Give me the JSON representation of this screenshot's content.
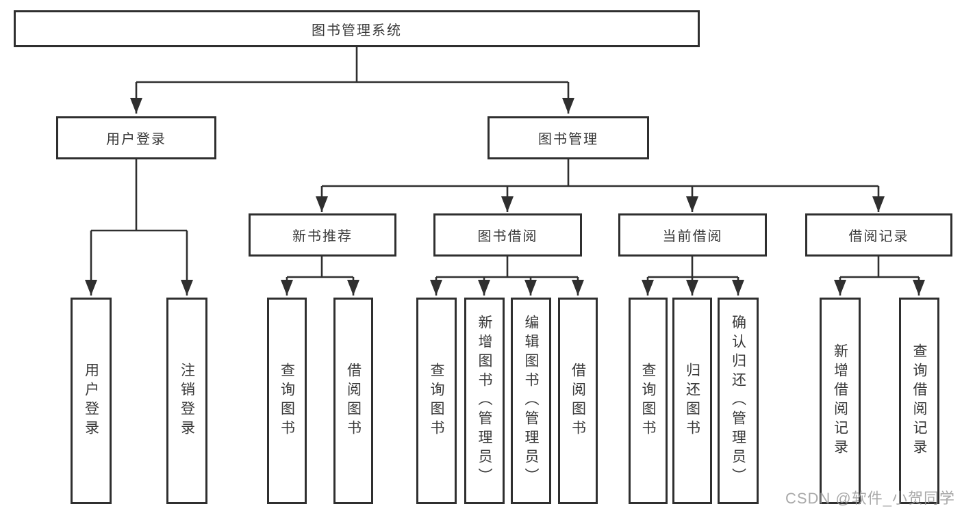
{
  "diagram": {
    "type": "hierarchy-flowchart",
    "tree": {
      "label": "图书管理系统",
      "children": [
        {
          "label": "用户登录",
          "children": [
            {
              "label": "用户登录"
            },
            {
              "label": "注销登录"
            }
          ]
        },
        {
          "label": "图书管理",
          "children": [
            {
              "label": "新书推荐",
              "children": [
                {
                  "label": "查询图书"
                },
                {
                  "label": "借阅图书"
                }
              ]
            },
            {
              "label": "图书借阅",
              "children": [
                {
                  "label": "查询图书"
                },
                {
                  "label": "新增图书（管理员）"
                },
                {
                  "label": "编辑图书（管理员）"
                },
                {
                  "label": "借阅图书"
                }
              ]
            },
            {
              "label": "当前借阅",
              "children": [
                {
                  "label": "查询图书"
                },
                {
                  "label": "归还图书"
                },
                {
                  "label": "确认归还（管理员）"
                }
              ]
            },
            {
              "label": "借阅记录",
              "children": [
                {
                  "label": "新增借阅记录"
                },
                {
                  "label": "查询借阅记录"
                }
              ]
            }
          ]
        }
      ]
    },
    "colors": {
      "line": "#2f2f2f",
      "box_border": "#2f2f2f",
      "box_fill": "#ffffff",
      "text": "#383838",
      "watermark": "#9b9b9b"
    }
  },
  "watermark": "CSDN @软件_小贺同学"
}
